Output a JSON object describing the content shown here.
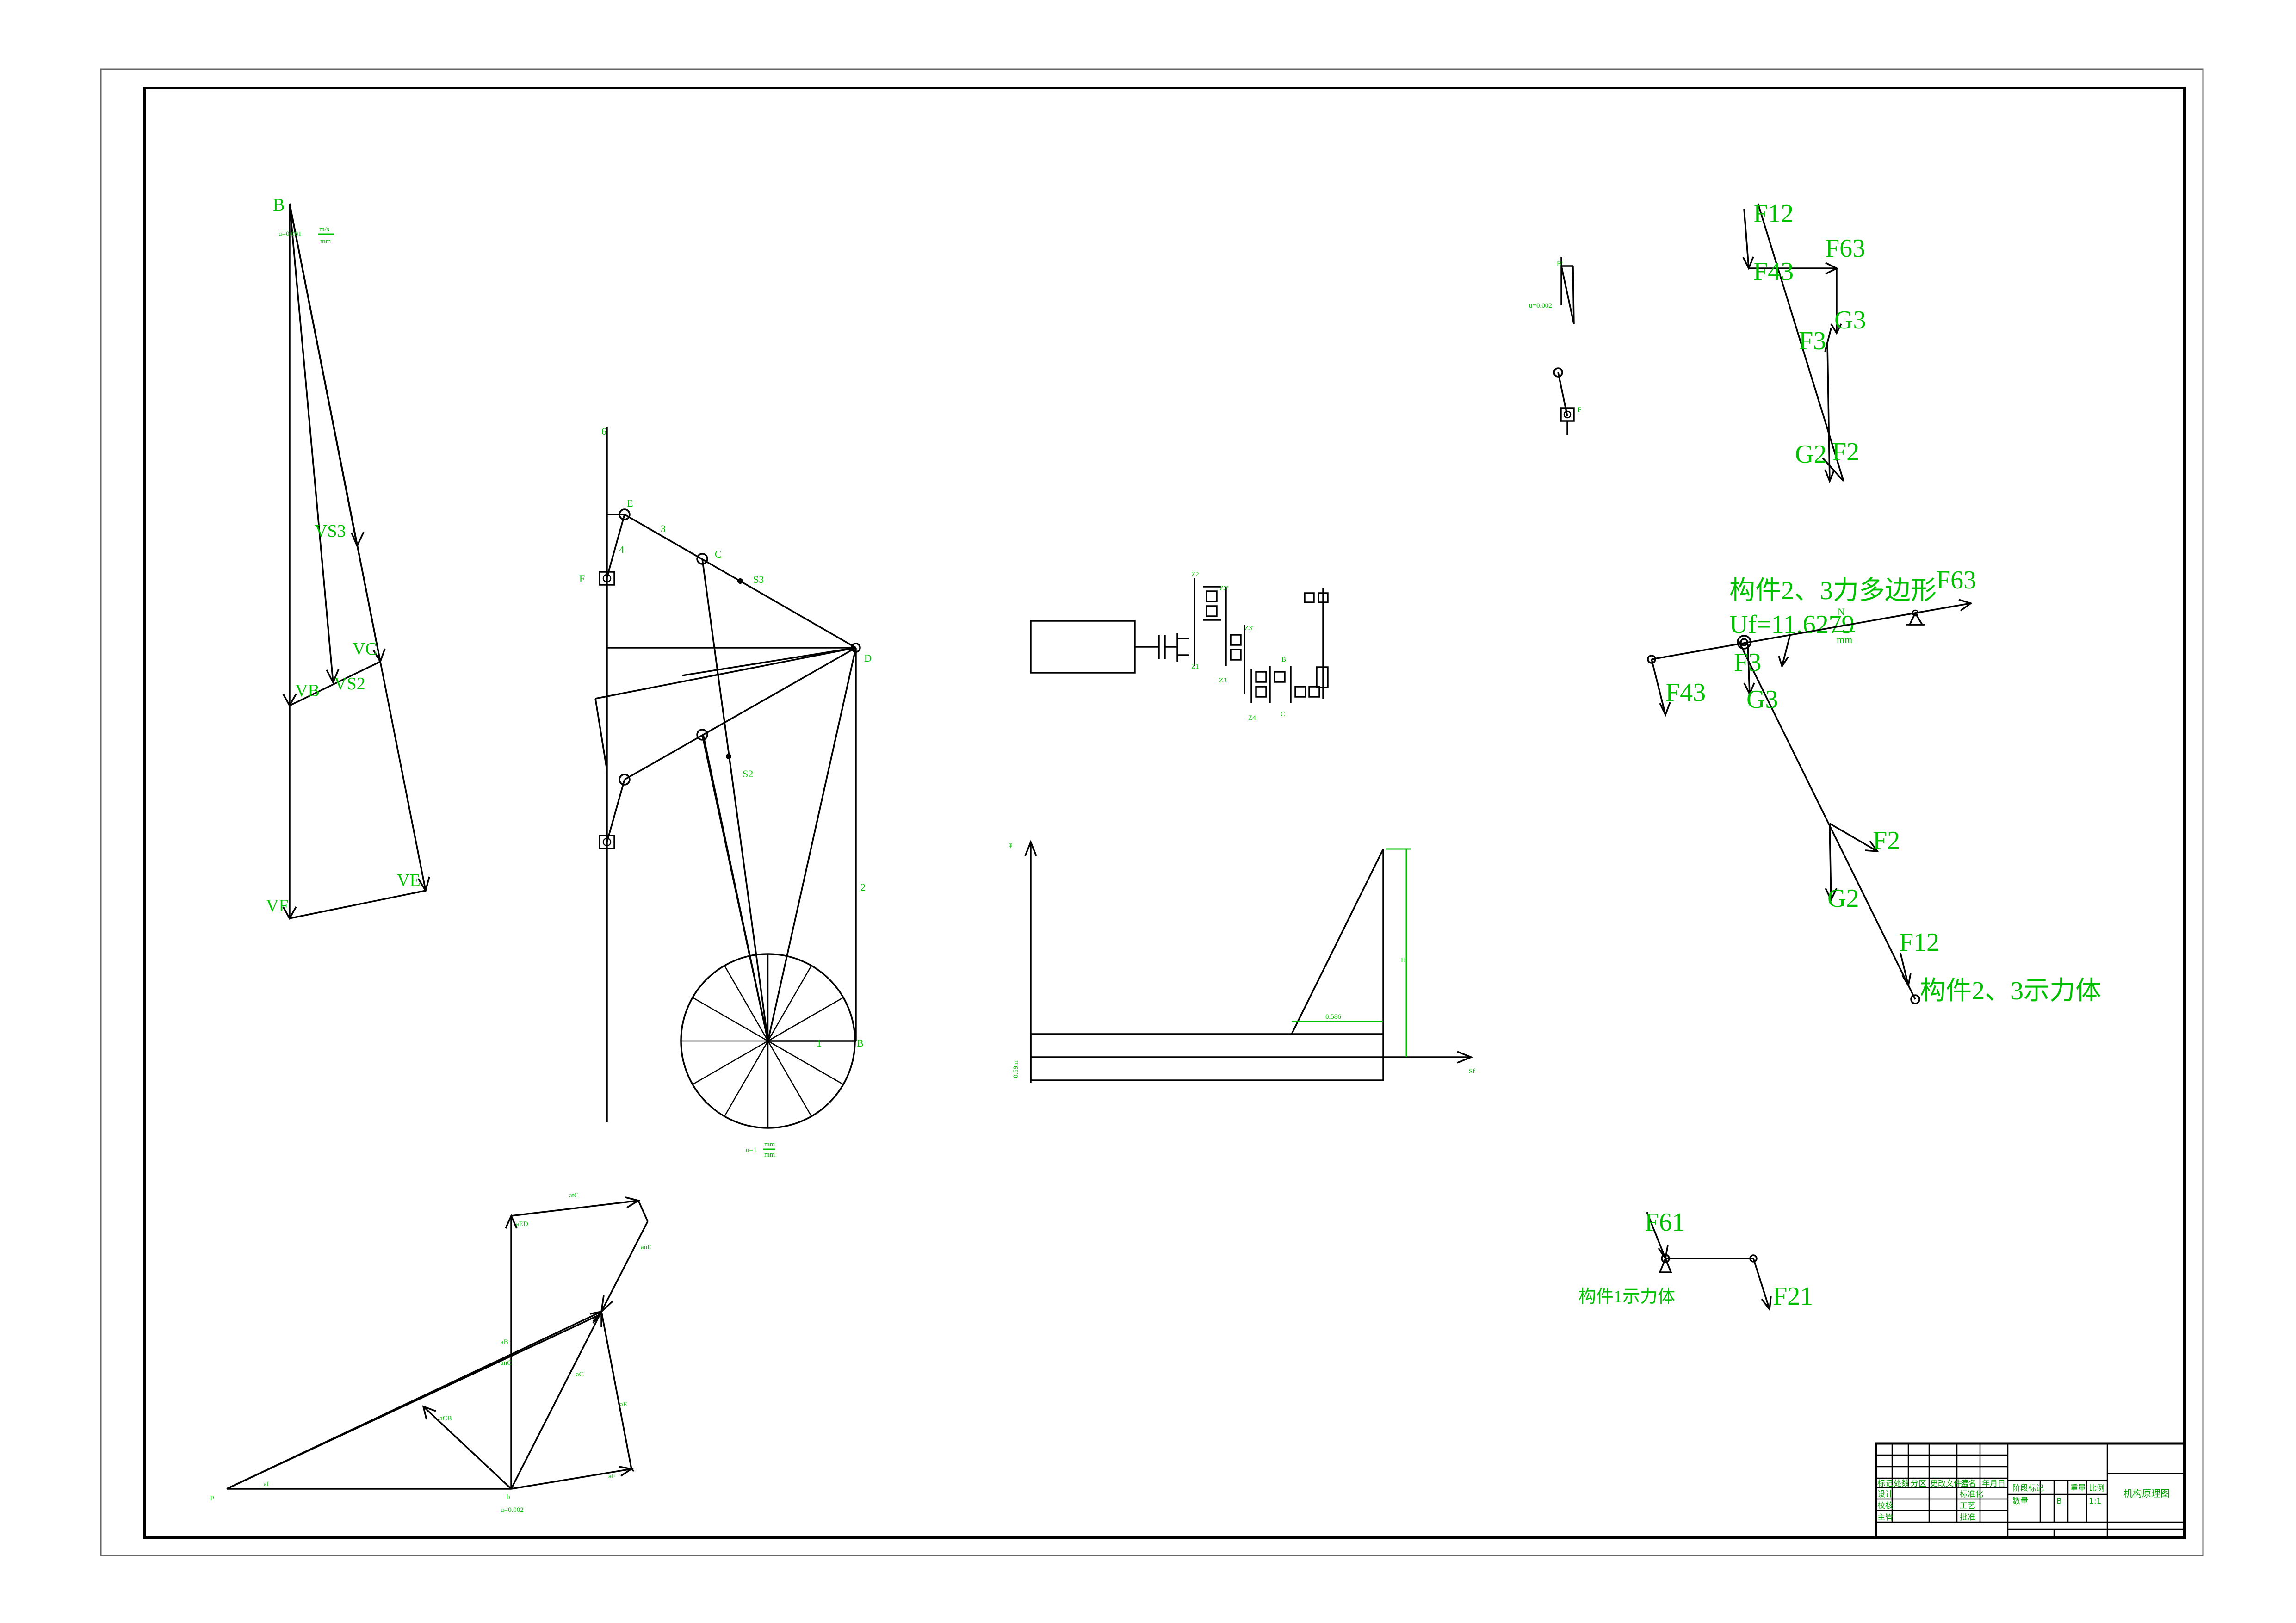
{
  "velocity_polygon": {
    "labels": {
      "b": "B",
      "vs3": "VS3",
      "vc": "VC",
      "vb": "VB",
      "vs2": "VS2",
      "vf": "VF",
      "ve": "VE"
    },
    "scale": "u=0.001",
    "scale_unit_top": "m/s",
    "scale_unit_bot": "mm"
  },
  "mechanism": {
    "labels": {
      "e": "E",
      "c": "C",
      "s3": "S3",
      "d": "D",
      "f": "F",
      "s2": "S2",
      "n3": "3",
      "n4": "4",
      "n2": "2",
      "n1": "1",
      "b": "B",
      "top": "6"
    },
    "scale": "u=1",
    "scale_unit_top": "mm",
    "scale_unit_bot": "mm"
  },
  "gear_train": {
    "labels": {
      "z1": "Z1",
      "z2": "Z2",
      "z2p": "Z2'",
      "z3": "Z3",
      "z3p": "Z3'",
      "z4": "Z4",
      "c": "C",
      "b": "B"
    }
  },
  "displacement_diagram": {
    "labels": {
      "y": "φ",
      "x": "Sf",
      "h": "H",
      "step": "0.586",
      "offset": "0.59m"
    }
  },
  "force_polygon_1": {
    "labels": {
      "f12": "F12",
      "f63": "F63",
      "f43": "F43",
      "g3": "G3",
      "f3": "F3",
      "g2": "G2",
      "f2": "F2"
    }
  },
  "free_body_23": {
    "title": "构件2、3力多边形",
    "scale": "Uf=11.6279",
    "scale_unit_top": "N",
    "scale_unit_bot": "mm",
    "labels": {
      "f63": "F63",
      "f43": "F43",
      "f3": "F3",
      "g3": "G3",
      "f2": "F2",
      "g2": "G2",
      "f12": "F12"
    },
    "caption": "构件2、3示力体"
  },
  "free_body_1": {
    "labels": {
      "f61": "F61",
      "f21": "F21"
    },
    "caption": "构件1示力体"
  },
  "acceleration_polygon": {
    "labels": {
      "p": "p",
      "b": "b",
      "ac": "aC",
      "acb": "aCB",
      "ab": "aB",
      "ae": "aE",
      "af": "aF",
      "anc": "anC",
      "atc": "atC",
      "ane": "anE",
      "aed": "aED",
      "af2": "af"
    },
    "scale": "u=0.002"
  },
  "small_items": {
    "sketch_label": "B'",
    "sketch_scale": "u=0.002",
    "slider_label": "F"
  },
  "title_block": {
    "drawing_name": "机构原理图",
    "h_mark": "标记",
    "h_count": "处数",
    "h_zone": "分区",
    "h_docno": "更改文件号",
    "h_sign": "签名",
    "h_date": "年月日",
    "h_stage": "阶段标记",
    "h_weight": "重量",
    "h_ratio": "比例",
    "r_design": "设计",
    "r_check": "校核",
    "r_main": "主管",
    "r_std": "标准化",
    "r_craft": "工艺",
    "r_approve": "批准",
    "r_qty": "数量",
    "v_ratio": "1:1",
    "v_b": "B"
  }
}
